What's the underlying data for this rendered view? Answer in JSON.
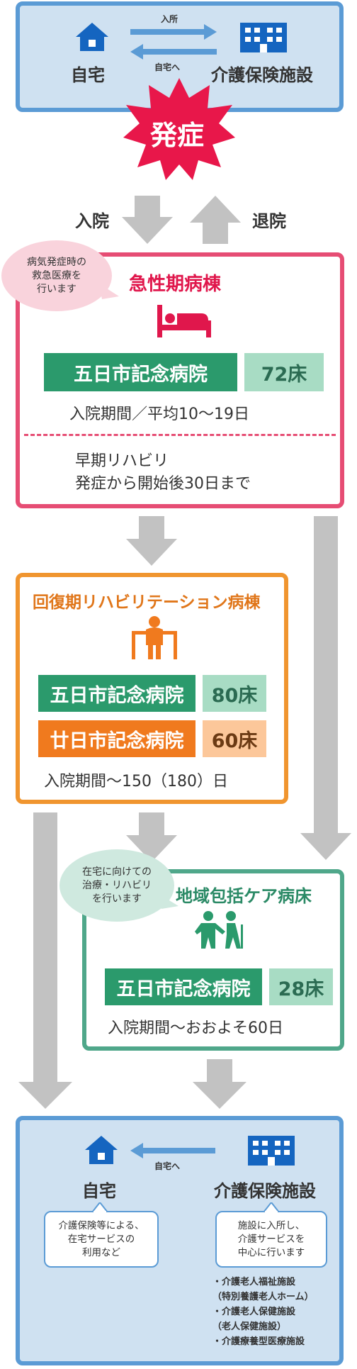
{
  "top": {
    "home": "自宅",
    "facility": "介護保険施設",
    "arrow_in": "入所",
    "arrow_home": "自宅へ"
  },
  "onset": "発症",
  "flow": {
    "admit": "入院",
    "discharge": "退院"
  },
  "acute": {
    "bubble": [
      "病気発症時の",
      "救急医療を",
      "行います"
    ],
    "title": "急性期病棟",
    "hospital": "五日市記念病院",
    "beds": "72床",
    "period": "入院期間／平均10〜19日",
    "rehab": [
      "早期リハビリ",
      "発症から開始後30日まで"
    ]
  },
  "recovery": {
    "title": "回復期リハビリテーション病棟",
    "hospital1": "五日市記念病院",
    "beds1": "80床",
    "hospital2": "廿日市記念病院",
    "beds2": "60床",
    "period": "入院期間〜150（180）日"
  },
  "community": {
    "bubble": [
      "在宅に向けての",
      "治療・リハビリ",
      "を行います"
    ],
    "title": "地域包括ケア病床",
    "hospital": "五日市記念病院",
    "beds": "28床",
    "period": "入院期間〜おおよそ60日"
  },
  "bottom": {
    "home": "自宅",
    "facility": "介護保険施設",
    "arrow_home": "自宅へ",
    "home_note": [
      "介護保険等による、",
      "在宅サービスの",
      "利用など"
    ],
    "facility_note": [
      "施設に入所し、",
      "介護サービスを",
      "中心に行います"
    ],
    "facility_list": [
      "・介護老人福祉施設",
      "（特別養護老人ホーム）",
      "・介護老人保健施設",
      "（老人保健施設）",
      "・介護療養型医療施設"
    ]
  },
  "colors": {
    "blue": "#5b9bd5",
    "pink": "#e64d74",
    "orange": "#f0952f",
    "green": "#4fa78a",
    "gray_arrow": "#c2c2c2"
  }
}
